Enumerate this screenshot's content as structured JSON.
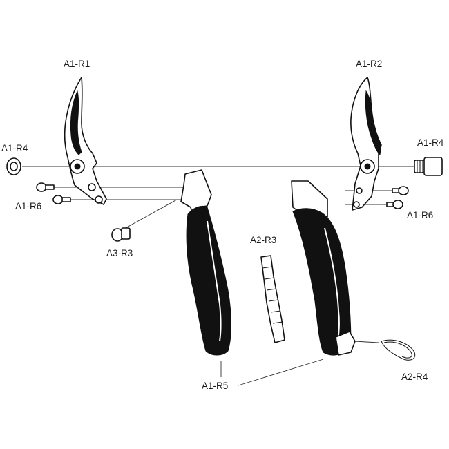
{
  "labels": {
    "a1_r1": "A1-R1",
    "a1_r2": "A1-R2",
    "a1_r4_left": "A1-R4",
    "a1_r4_right": "A1-R4",
    "a1_r6_left": "A1-R6",
    "a1_r6_right": "A1-R6",
    "a3_r3": "A3-R3",
    "a2_r3": "A2-R3",
    "a1_r5": "A1-R5",
    "a2_r4": "A2-R4"
  }
}
